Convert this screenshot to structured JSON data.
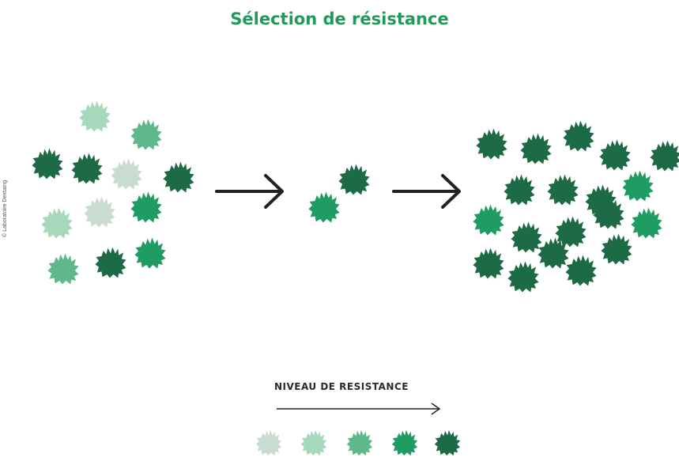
{
  "title": "Sélection de résistance",
  "credit": "© Laboratoire Dextaing",
  "legend": {
    "label": "NIVEAU DE RESISTANCE"
  },
  "colors": {
    "title": "#1f9a5c",
    "level1": "#c9dcd2",
    "level2": "#a6d8bb",
    "level3": "#5fb88a",
    "level4": "#1e9c62",
    "level5": "#1d6b46",
    "arrow": "#222222"
  },
  "populations": {
    "initial": {
      "plant_levels": [
        2,
        3,
        5,
        5,
        1,
        5,
        2,
        1,
        4,
        4,
        5,
        3
      ]
    },
    "survivors": {
      "plant_levels": [
        5,
        4
      ]
    },
    "offspring": {
      "plant_levels": [
        5,
        5,
        5,
        5,
        5,
        5,
        5,
        5,
        4,
        4,
        5,
        5,
        4,
        5,
        5,
        5,
        5,
        5,
        5
      ]
    }
  },
  "legend_levels": [
    1,
    2,
    3,
    4,
    5
  ]
}
